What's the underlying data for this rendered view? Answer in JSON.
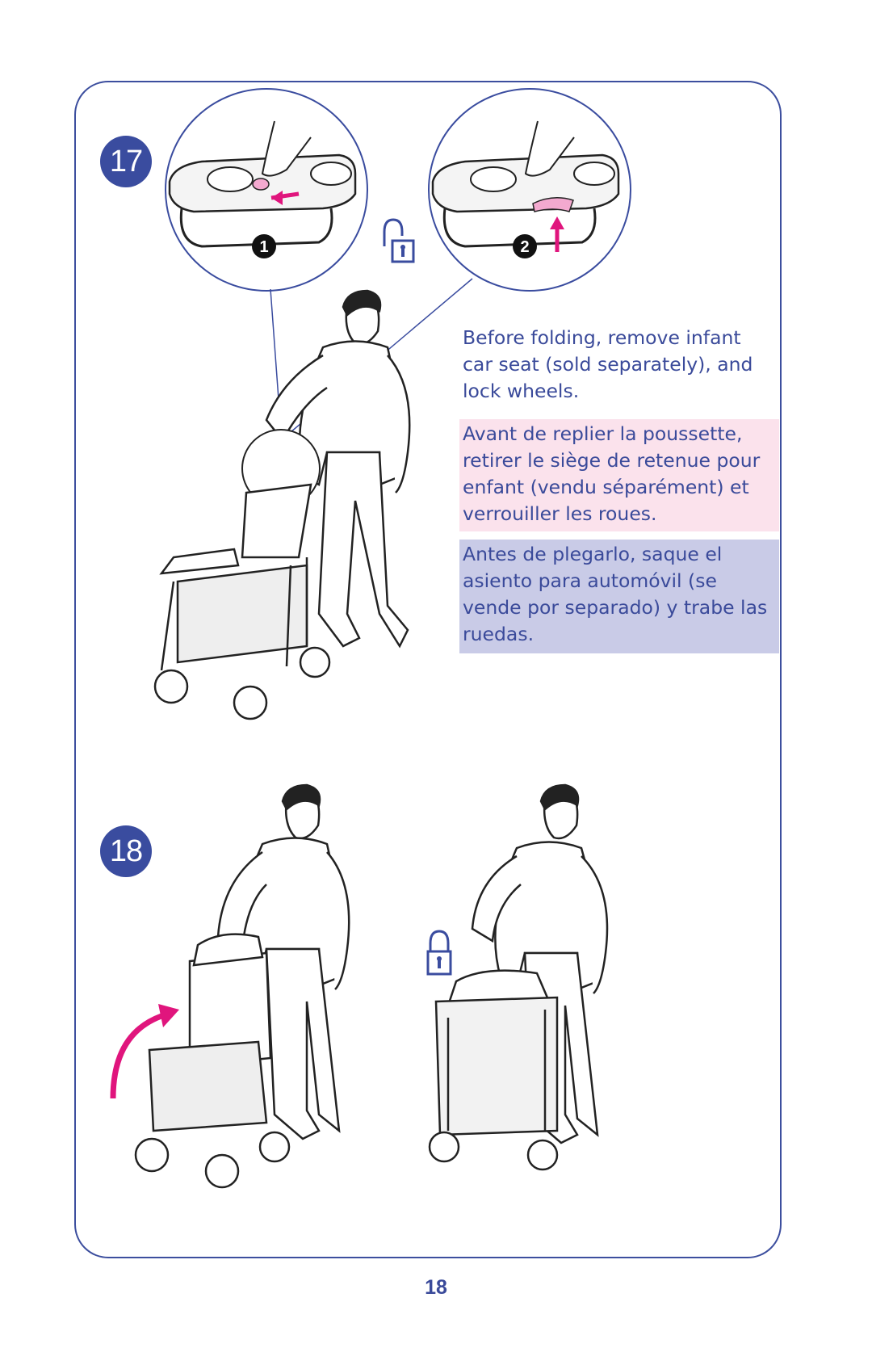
{
  "steps": {
    "step17": {
      "number": "17",
      "callout1": "1",
      "callout2": "2"
    },
    "step18": {
      "number": "18"
    }
  },
  "instructions": {
    "english": "Before folding, remove infant car seat (sold separately), and lock wheels.",
    "french": "Avant de replier la poussette, retirer le siège de retenue pour enfant (vendu séparément) et verrouiller les roues.",
    "spanish": "Antes de plegarlo, saque el asiento para automóvil (se vende por separado) y trabe las ruedas."
  },
  "page": {
    "number": "18"
  },
  "colors": {
    "accent_blue": "#3a4c9f",
    "french_highlight": "#fbe2ec",
    "spanish_highlight": "#c9cbe7",
    "arrow_magenta": "#e0157d"
  },
  "icons": [
    "unlock-icon",
    "lock-icon",
    "curved-arrow-icon"
  ]
}
